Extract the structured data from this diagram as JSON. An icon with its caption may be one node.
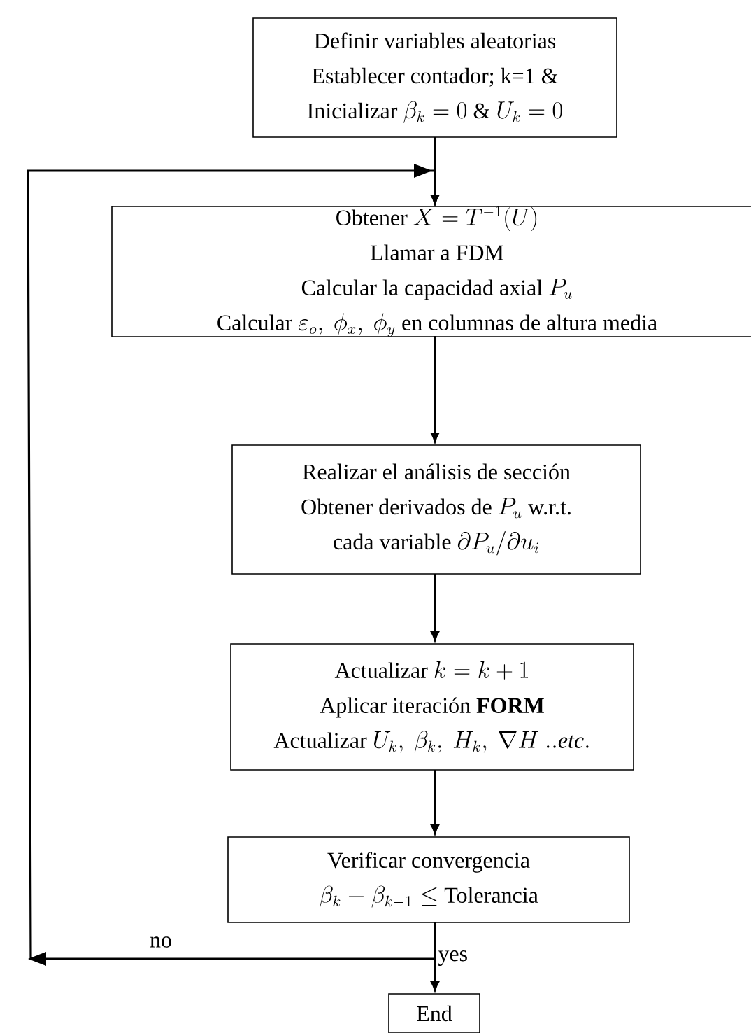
{
  "diagram": {
    "nodes": [
      {
        "text": [
          "Definir variables aleatorias",
          "Establecer contador; k=1 &",
          "Inicializar",
          "\\beta_k=0\\ \\&\\ U_k=0"
        ]
      },
      {
        "text": [
          "Obtener",
          "X=T^{-1}(U)",
          "Llamar a",
          "FDM",
          "Calcular la capacidad axial",
          "P_u",
          "Calcular",
          "\\varepsilon_o,\\ \\phi_x,\\ \\phi_y",
          "en columnas de altura media"
        ]
      },
      {
        "text": [
          "Realizar el análisis de sección",
          "Obtener derivados de",
          "P_u",
          "w.r.t.",
          "cada variable",
          "\\partial P_u/\\partial u_i"
        ]
      },
      {
        "text": [
          "Actualizar",
          "k=k+1",
          "Aplicar iteración **FORM**",
          "Actualizar",
          "U_k,\\ \\beta_k,\\ H_k,\\ \\nabla H\\ ..\\mathit{etc.}"
        ]
      },
      {
        "text": [
          "Verificar convergencia",
          "\\beta_k-\\beta_{k-1}\\leq",
          "Tolerancia"
        ]
      },
      {
        "text": [
          "End"
        ]
      }
    ],
    "edges": [
      {
        "from": 0,
        "to": 1,
        "arrow": "to"
      },
      {
        "from": 1,
        "to": 2,
        "arrow": "to"
      },
      {
        "from": 2,
        "to": 3,
        "arrow": "to"
      },
      {
        "from": 3,
        "to": 4,
        "arrow": "to"
      },
      {
        "from": 4,
        "to": 5,
        "arrow": "to",
        "label": "yes"
      },
      {
        "from": 4,
        "to": 1,
        "arrow": "to",
        "label": "no"
      }
    ]
  }
}
